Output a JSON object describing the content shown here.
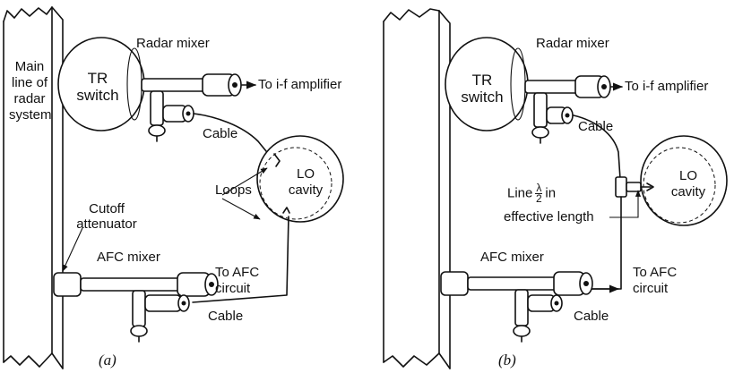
{
  "panel_a": {
    "main_line": [
      "Main",
      "line of",
      "radar",
      "system"
    ],
    "tr_switch": [
      "TR",
      "switch"
    ],
    "radar_mixer": "Radar mixer",
    "to_if": "To i-f amplifier",
    "cable_top": "Cable",
    "loops": "Loops",
    "lo_cavity": [
      "LO",
      "cavity"
    ],
    "cutoff": [
      "Cutoff",
      "attenuator"
    ],
    "afc_mixer": "AFC mixer",
    "to_afc": [
      "To AFC",
      "circuit"
    ],
    "cable_bottom": "Cable",
    "caption": "(a)"
  },
  "panel_b": {
    "tr_switch": [
      "TR",
      "switch"
    ],
    "radar_mixer": "Radar mixer",
    "to_if": "To i-f amplifier",
    "cable_top": "Cable",
    "lo_cavity": [
      "LO",
      "cavity"
    ],
    "line_prefix": "Line",
    "line_num": "λ",
    "line_den": "2",
    "line_suffix": "in",
    "effective_length": "effective length",
    "afc_mixer": "AFC mixer",
    "to_afc": [
      "To AFC",
      "circuit"
    ],
    "cable_bottom": "Cable",
    "caption": "(b)"
  }
}
